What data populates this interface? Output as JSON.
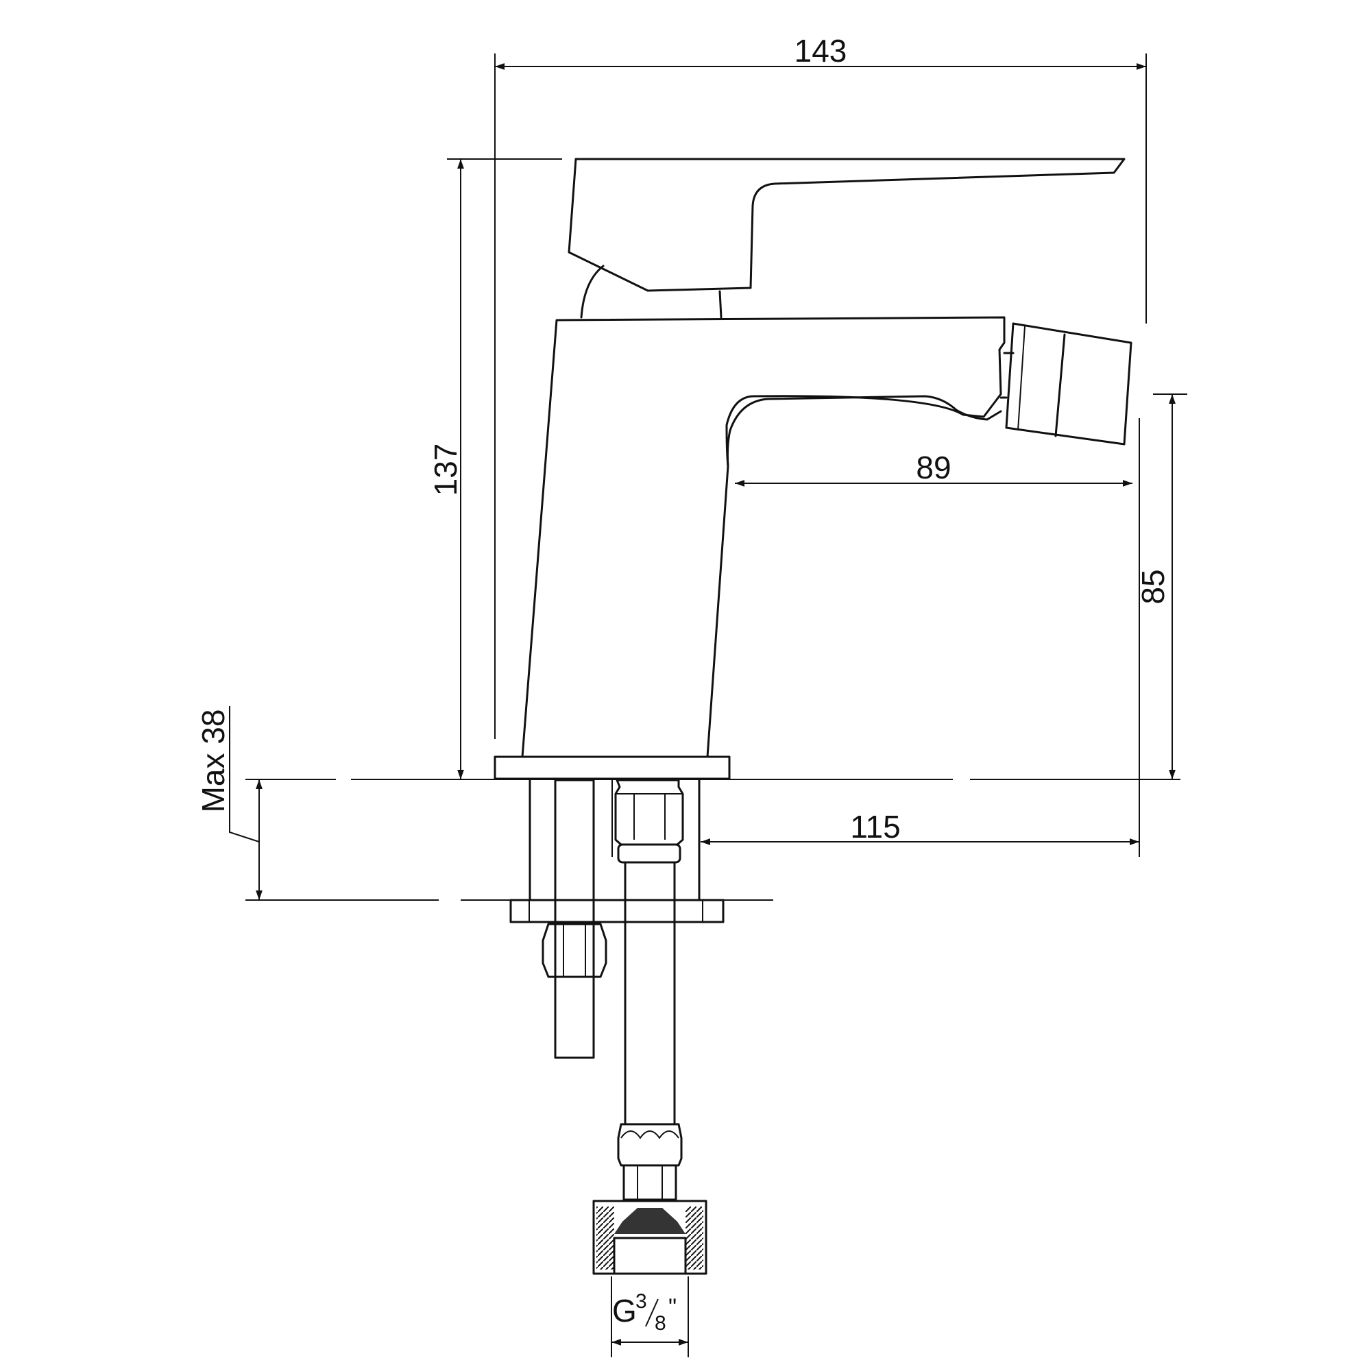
{
  "dimensions": {
    "width_overall": "143",
    "height_overall": "137",
    "spout_reach": "89",
    "spout_height": "85",
    "base_offset": "115",
    "max_thickness": "Max 38",
    "thread": {
      "prefix": "G",
      "num": "3",
      "den": "8",
      "suffix": "\""
    }
  },
  "colors": {
    "line": "#111111",
    "background": "#ffffff"
  }
}
